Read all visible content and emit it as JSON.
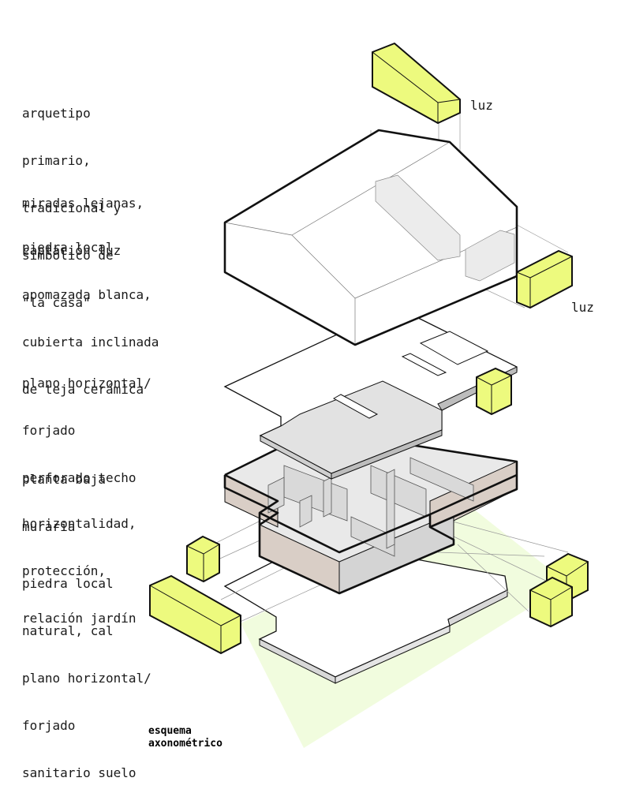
{
  "notes": {
    "arquetipo": [
      "arquetipo",
      "primario,",
      "tradicional y",
      "simbólico de",
      "\"la casa\""
    ],
    "miradas": [
      "miradas lejanas,",
      "captación luz"
    ],
    "piedra_apomazada": [
      "piedra local",
      "apomazada blanca,",
      "cubierta inclinada",
      "de teja cerámica"
    ],
    "forjado_techo": [
      "plano horizontal/",
      "forjado",
      "perforado techo"
    ],
    "planta_baja": [
      "planta baja",
      "muraria"
    ],
    "horizontalidad": [
      "horizontalidad,",
      "protección,",
      "relación jardín"
    ],
    "piedra_natural": [
      "piedra local",
      "natural, cal"
    ],
    "forjado_suelo": [
      "plano horizontal/",
      "forjado",
      "sanitario suelo"
    ]
  },
  "tags": {
    "luz_top": "luz",
    "luz_right": "luz"
  },
  "caption": [
    "esquema",
    "axonométrico"
  ],
  "colors": {
    "accent": "#e8f870",
    "accent_fill": "#edfa7e",
    "light_spill": "#eefbd8",
    "wall_grey": "#d8d8d8",
    "wall_warm": "#d9cec6",
    "line": "#111111"
  }
}
